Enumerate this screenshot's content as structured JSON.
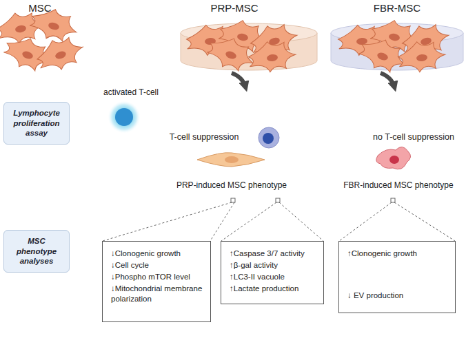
{
  "diagram": {
    "nodes": [
      {
        "text": [
          "Lymphocyte proliferation assay"
        ]
      },
      {
        "text": [
          "MSC phenotype analyses"
        ]
      },
      {
        "text": [
          "↓Clonogenic growth",
          "↓Cell cycle",
          "↓Phospho mTOR level",
          "↓Mitochondrial membrane polarization"
        ]
      },
      {
        "text": [
          "↑Caspase 3/7 activity",
          "↑β-gal activity",
          "↑LC3-II vacuole",
          "↑Lactate production"
        ]
      },
      {
        "text": [
          "↑Clonogenic growth",
          "↓ EV production"
        ]
      }
    ],
    "labels": [
      "MSC",
      "PRP-MSC",
      "FBR-MSC",
      "activated T-cell",
      "T-cell suppression",
      "no T-cell suppression",
      "PRP-induced MSC phenotype",
      "FBR-induced MSC phenotype"
    ]
  }
}
